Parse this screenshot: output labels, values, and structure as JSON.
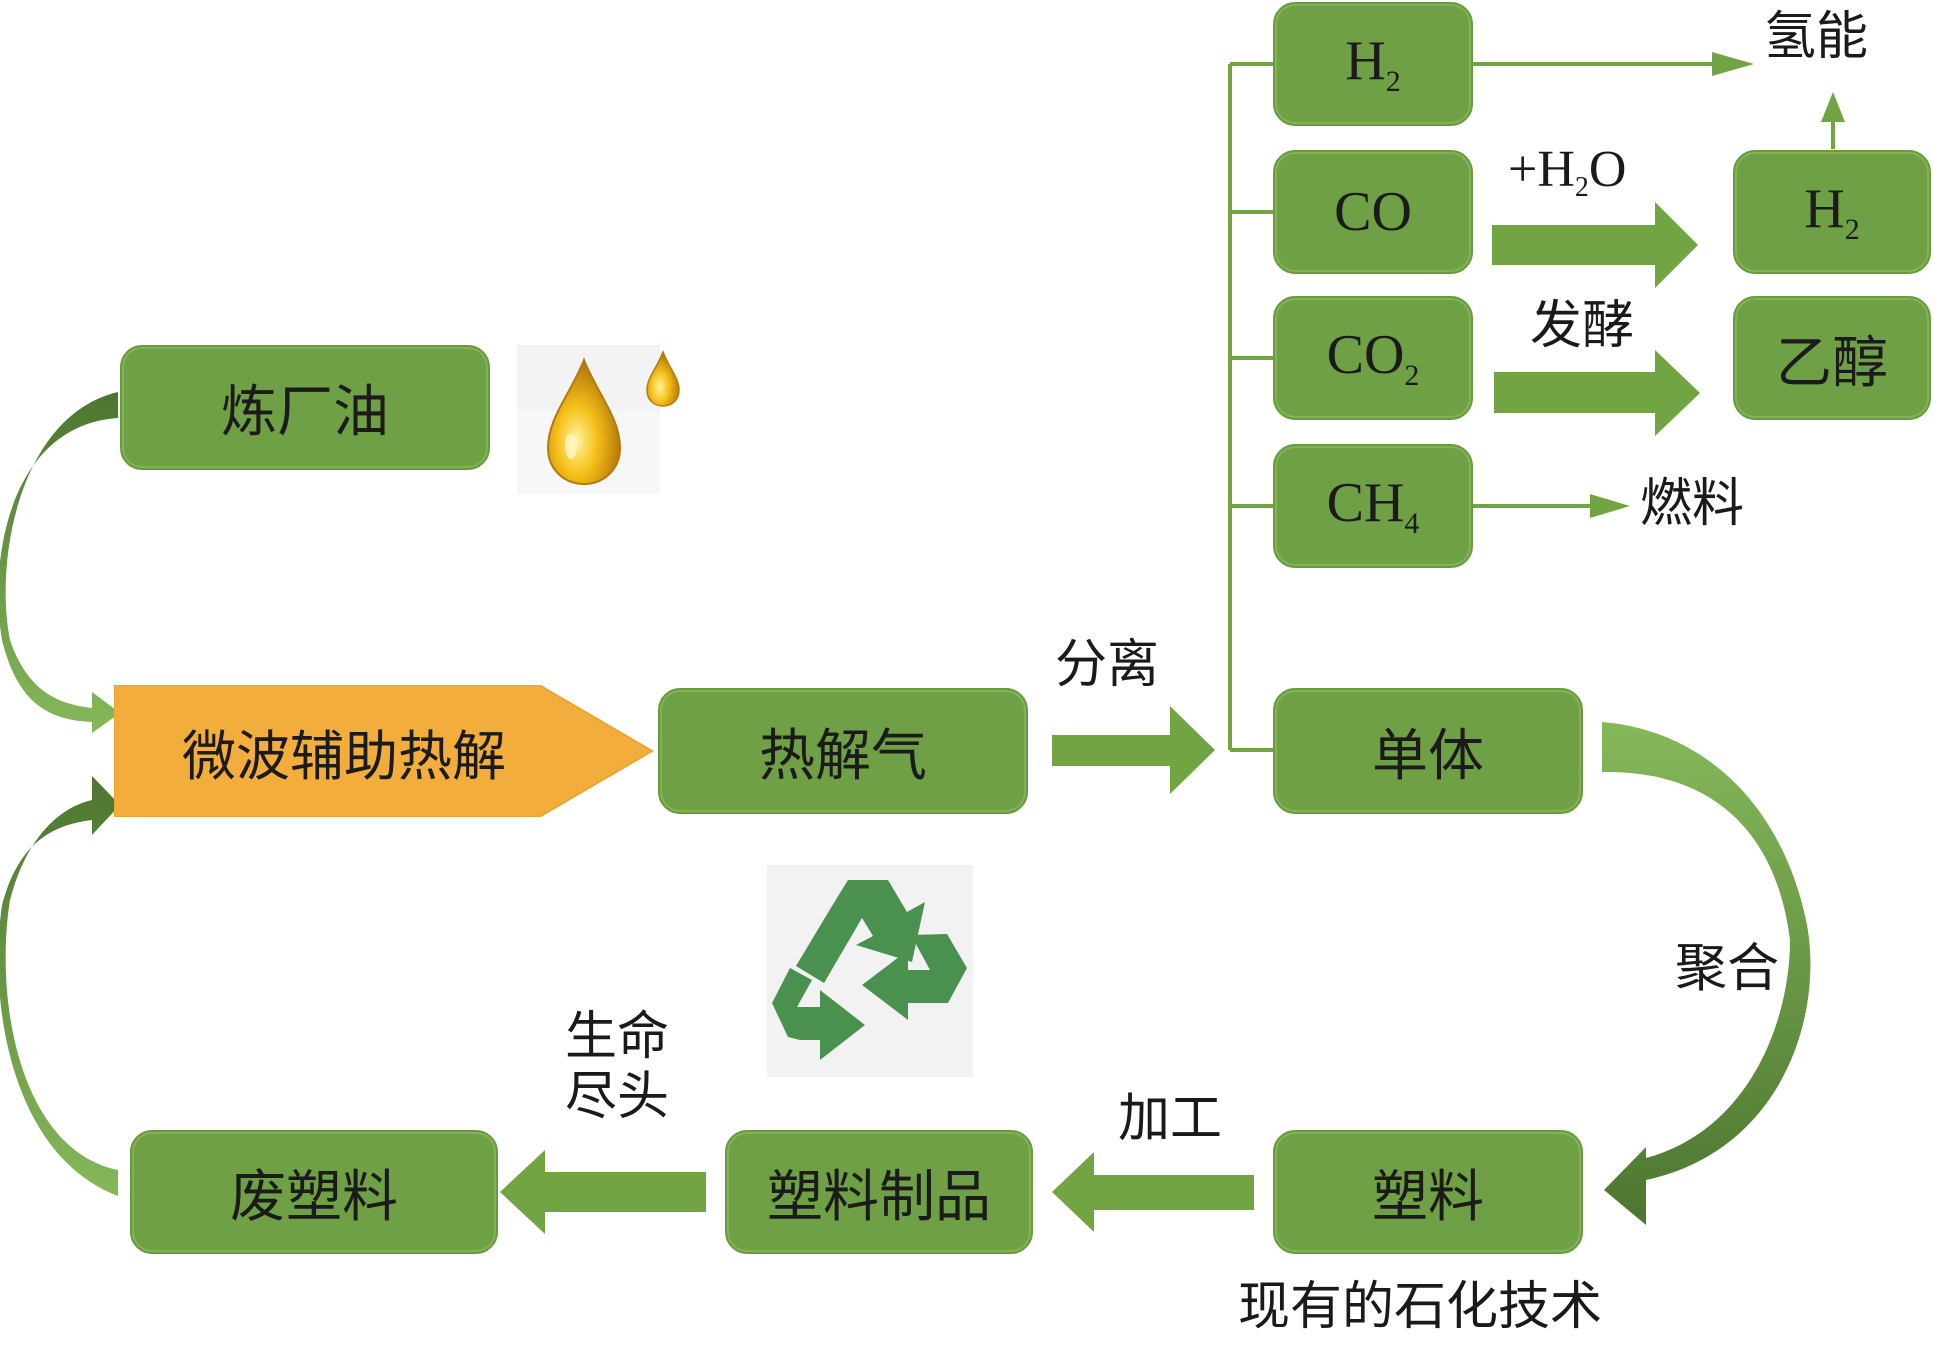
{
  "nodes": {
    "refinery_oil": "炼厂油",
    "microwave_pyrolysis": "微波辅助热解",
    "pyrolysis_gas": "热解气",
    "h2_top": {
      "base": "H",
      "sub": "2"
    },
    "co": "CO",
    "co2": {
      "base": "CO",
      "sub": "2"
    },
    "ch4": {
      "base": "CH",
      "sub": "4"
    },
    "monomer": "单体",
    "h2_right": {
      "base": "H",
      "sub": "2"
    },
    "ethanol": "乙醇",
    "plastic": "塑料",
    "plastic_products": "塑料制品",
    "waste_plastic": "废塑料"
  },
  "labels": {
    "hydrogen_energy": "氢能",
    "water_plus": "+H",
    "water_sub": "2",
    "water_o": "O",
    "fermentation": "发酵",
    "fuel": "燃料",
    "separation": "分离",
    "polymerization": "聚合",
    "processing": "加工",
    "end_of_life_line1": "生命",
    "end_of_life_line2": "尽头",
    "petrochem": "现有的石化技术"
  },
  "icons": {
    "oil_drops": "oil-drop-icon",
    "recycle": "recycle-icon"
  },
  "colors": {
    "box_green": "#70a045",
    "arrow_green": "#72a443",
    "pentagon_orange": "#f2ad3c",
    "dark_green": "#4a6f2c",
    "recycle_green": "#4a9150"
  }
}
